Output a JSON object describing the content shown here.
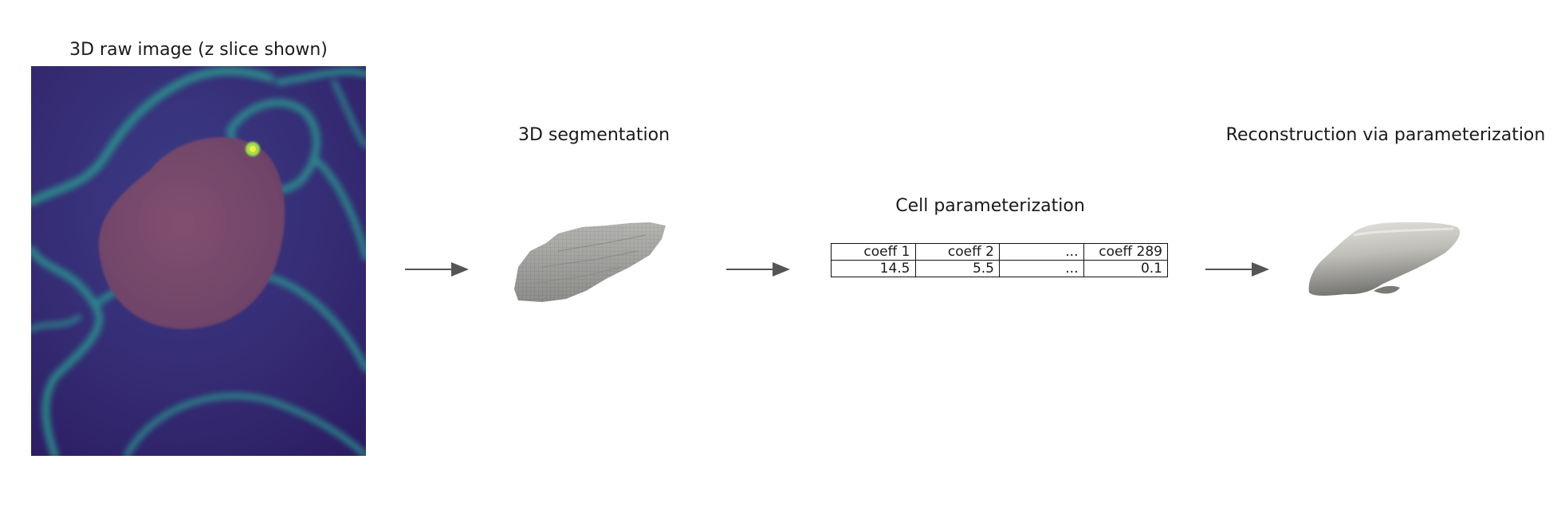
{
  "steps": {
    "raw": {
      "title": "3D raw image (z slice shown)"
    },
    "segmentation": {
      "title": "3D segmentation"
    },
    "parameterization": {
      "title": "Cell parameterization",
      "header": [
        "coeff 1",
        "coeff 2",
        "...",
        "coeff 289"
      ],
      "values": [
        "14.5",
        "5.5",
        "...",
        "0.1"
      ]
    },
    "reconstruction": {
      "title": "Reconstruction via parameterization"
    }
  },
  "colors": {
    "arrow": "#555555",
    "image_background": "#3a2f78",
    "membrane": "#2aa38a",
    "nucleus": "#7d4a6e",
    "voxel_mesh": "#a9a9a6",
    "smooth_mesh": "#b6b5b0"
  },
  "icons": {
    "raw_image": "viridis-microscopy-slice",
    "segmentation": "voxelized-cell-shape",
    "reconstruction": "smooth-cell-shape",
    "arrows": "right-arrow"
  }
}
